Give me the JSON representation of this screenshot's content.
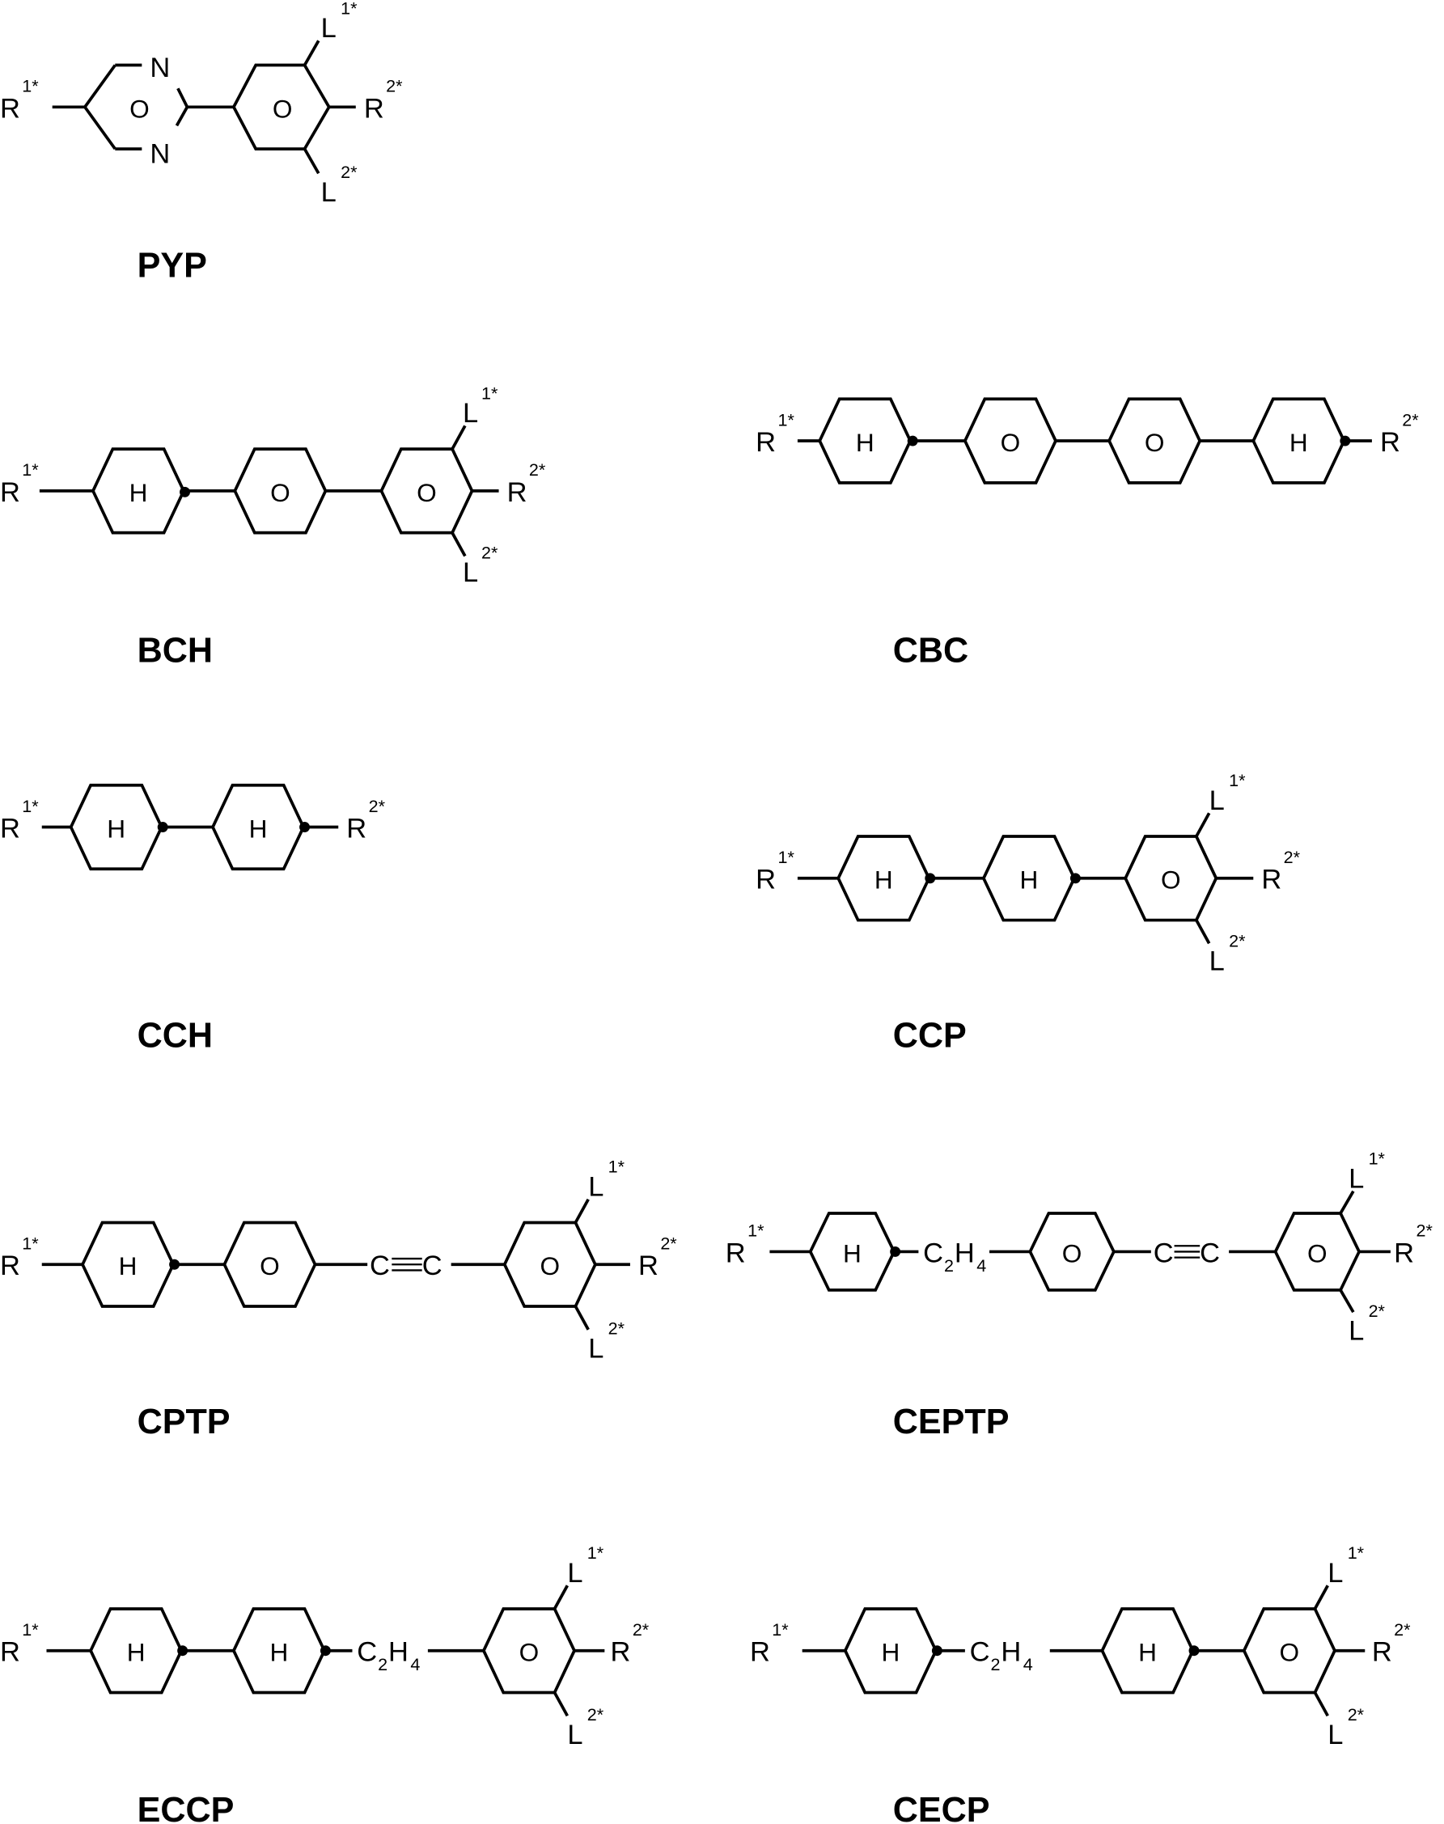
{
  "figure": {
    "structures": [
      {
        "id": "PYP",
        "name": "PYP",
        "rings": [
          "pyrimidine",
          "O"
        ],
        "substituents": {
          "left": "R",
          "left_sup": "1*",
          "right": "R",
          "right_sup": "2*",
          "top": "L",
          "top_sup": "1*",
          "bottom": "L",
          "bottom_sup": "2*"
        },
        "ring_atoms": {
          "n_top": "N",
          "n_bottom": "N",
          "center": "O"
        }
      },
      {
        "id": "BCH",
        "name": "BCH",
        "rings": [
          "H",
          "O",
          "O"
        ],
        "substituents": {
          "left": "R",
          "left_sup": "1*",
          "right": "R",
          "right_sup": "2*",
          "top": "L",
          "top_sup": "1*",
          "bottom": "L",
          "bottom_sup": "2*"
        }
      },
      {
        "id": "CBC",
        "name": "CBC",
        "rings": [
          "H",
          "O",
          "O",
          "H"
        ],
        "substituents": {
          "left": "R",
          "left_sup": "1*",
          "right": "R",
          "right_sup": "2*"
        }
      },
      {
        "id": "CCH",
        "name": "CCH",
        "rings": [
          "H",
          "H"
        ],
        "substituents": {
          "left": "R",
          "left_sup": "1*",
          "right": "R",
          "right_sup": "2*"
        }
      },
      {
        "id": "CCP",
        "name": "CCP",
        "rings": [
          "H",
          "H",
          "O"
        ],
        "substituents": {
          "left": "R",
          "left_sup": "1*",
          "right": "R",
          "right_sup": "2*",
          "top": "L",
          "top_sup": "1*",
          "bottom": "L",
          "bottom_sup": "2*"
        }
      },
      {
        "id": "CPTP",
        "name": "CPTP",
        "rings": [
          "H",
          "O",
          "O"
        ],
        "linker": "C≡C",
        "substituents": {
          "left": "R",
          "left_sup": "1*",
          "right": "R",
          "right_sup": "2*",
          "top": "L",
          "top_sup": "1*",
          "bottom": "L",
          "bottom_sup": "2*"
        }
      },
      {
        "id": "CEPTP",
        "name": "CEPTP",
        "rings": [
          "H",
          "O",
          "O"
        ],
        "linker1": {
          "main": "C",
          "sub1": "2",
          "main2": "H",
          "sub2": "4"
        },
        "linker": "C≡C",
        "substituents": {
          "left": "R",
          "left_sup": "1*",
          "right": "R",
          "right_sup": "2*",
          "top": "L",
          "top_sup": "1*",
          "bottom": "L",
          "bottom_sup": "2*"
        }
      },
      {
        "id": "ECCP",
        "name": "ECCP",
        "rings": [
          "H",
          "H",
          "O"
        ],
        "linker1": {
          "main": "C",
          "sub1": "2",
          "main2": "H",
          "sub2": "4"
        },
        "substituents": {
          "left": "R",
          "left_sup": "1*",
          "right": "R",
          "right_sup": "2*",
          "top": "L",
          "top_sup": "1*",
          "bottom": "L",
          "bottom_sup": "2*"
        }
      },
      {
        "id": "CECP",
        "name": "CECP",
        "rings": [
          "H",
          "H",
          "O"
        ],
        "linker1": {
          "main": "C",
          "sub1": "2",
          "main2": "H",
          "sub2": "4"
        },
        "substituents": {
          "left": "R",
          "left_sup": "1*",
          "right": "R",
          "right_sup": "2*",
          "top": "L",
          "top_sup": "1*",
          "bottom": "L",
          "bottom_sup": "2*"
        }
      }
    ],
    "labels": {
      "H": "H",
      "O": "O",
      "N": "N",
      "C": "C",
      "R": "R",
      "L": "L",
      "sup1": "1*",
      "sup2": "2*",
      "sub2": "2",
      "sub4": "4"
    },
    "colors": {
      "ink": "#000000",
      "background": "#ffffff"
    }
  }
}
